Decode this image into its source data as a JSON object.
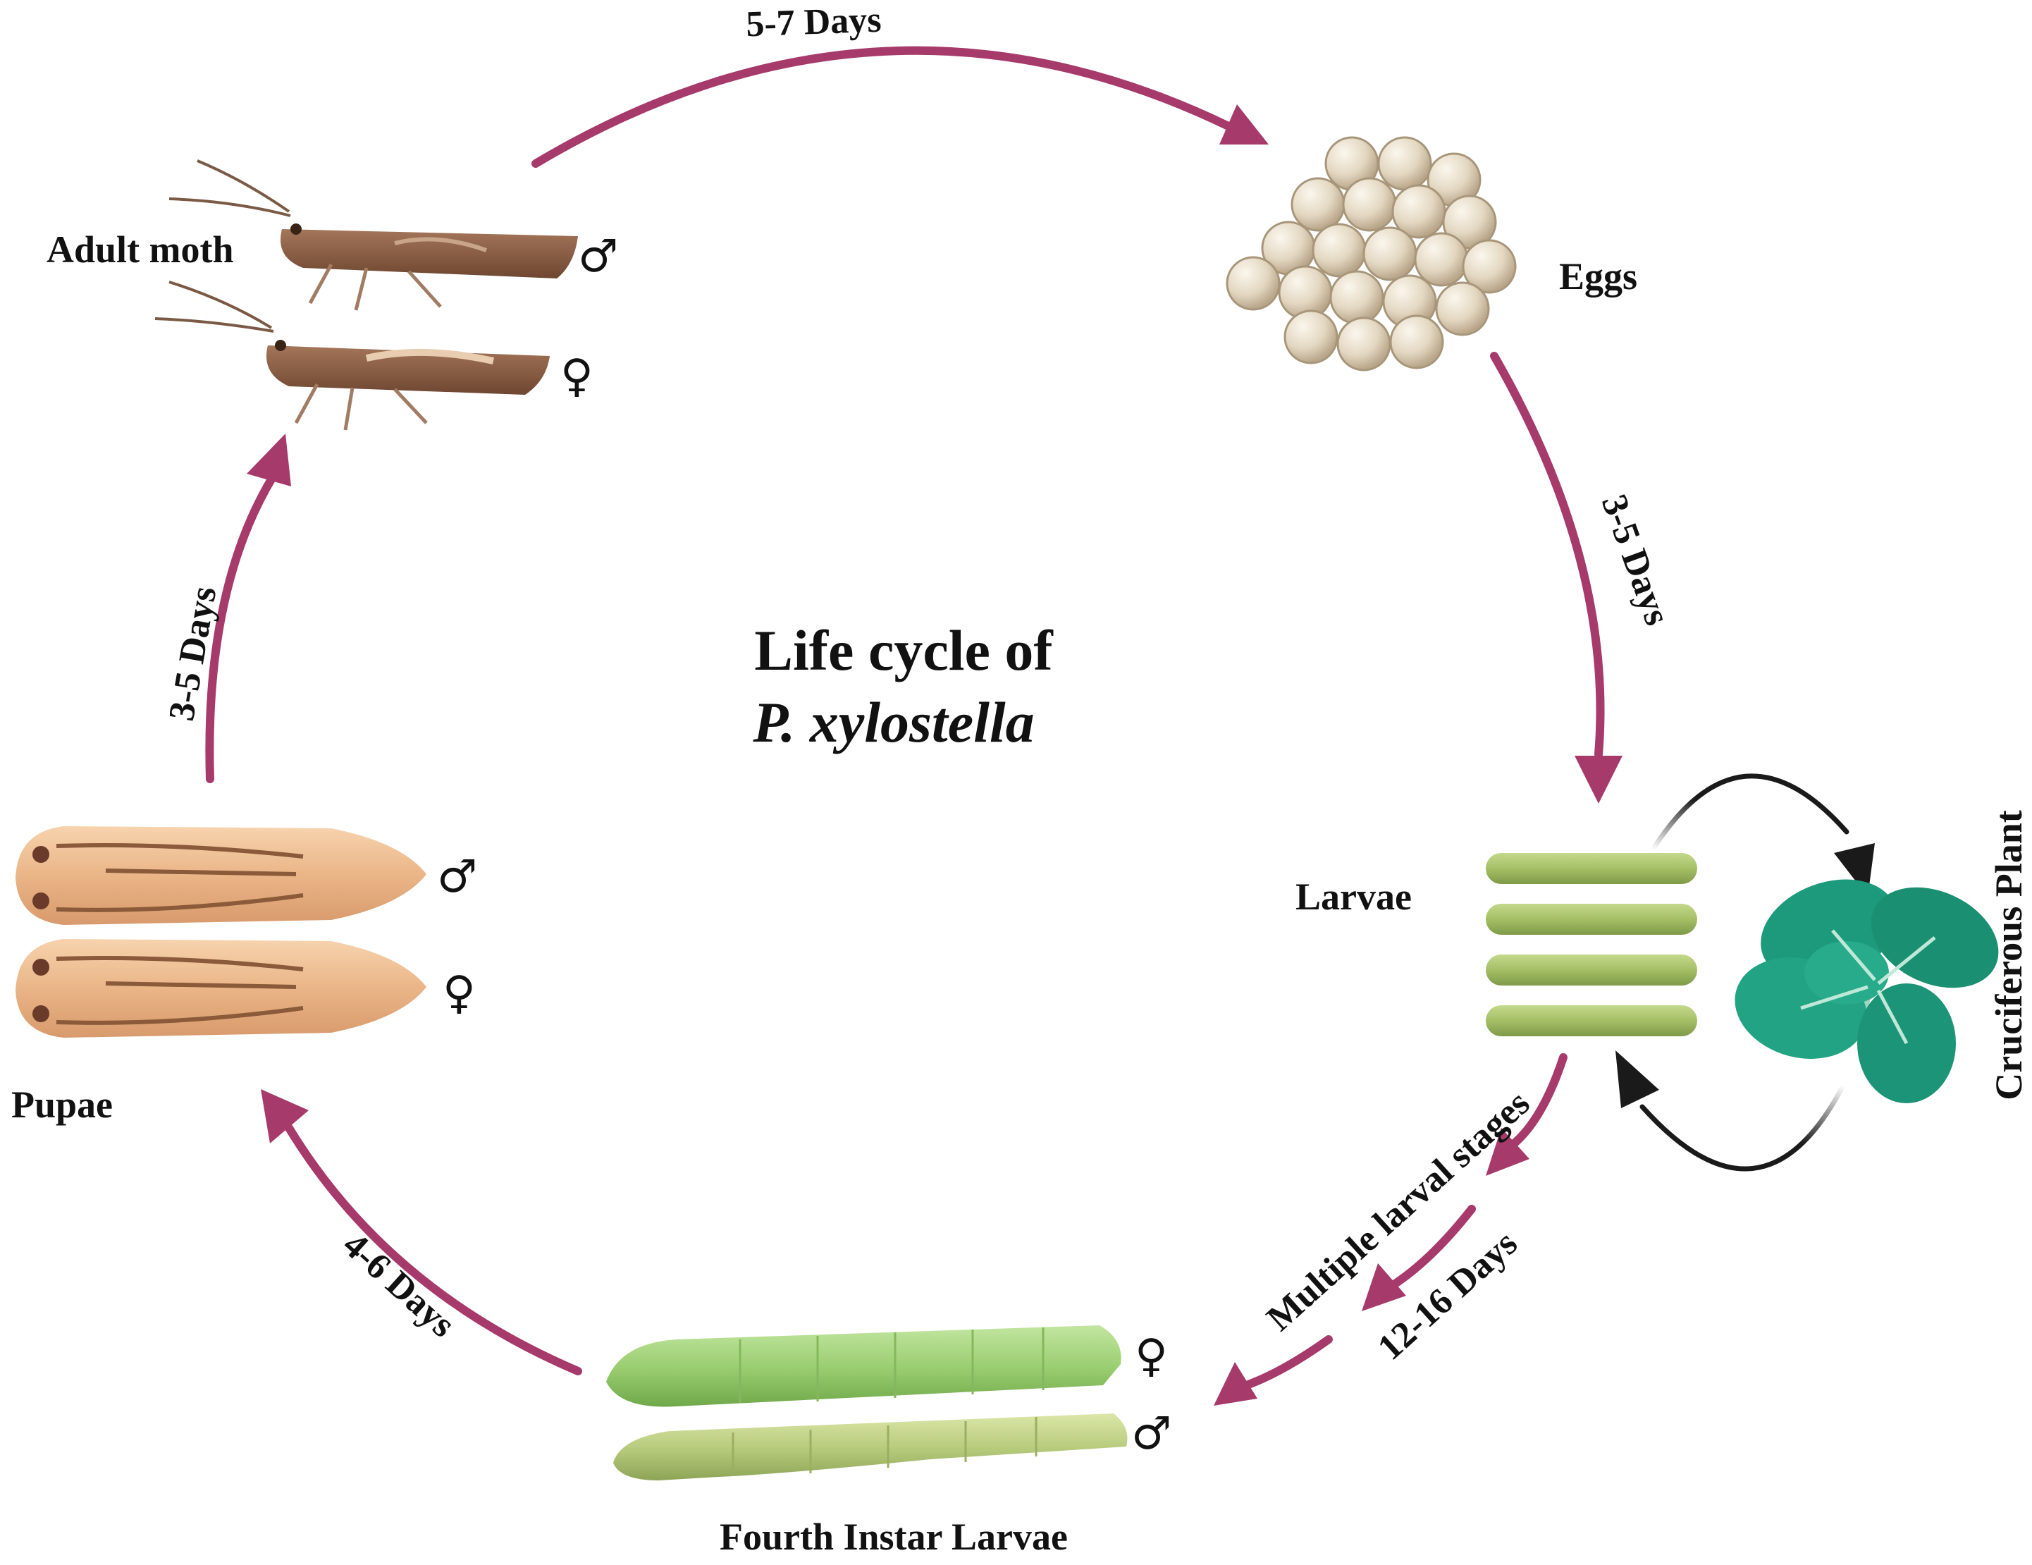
{
  "colors": {
    "cycle_arrow": "#a63a6b",
    "feeding_arrow": "#1a1a1a",
    "egg": "#e0d4bd",
    "moth": "#8a5a3c",
    "pupa": "#f0bf94",
    "larva": "#a9c46a",
    "fourth_instar": "#9fd07a",
    "plant": "#1d9a7c"
  },
  "title": {
    "line1": "Life cycle of",
    "line2": "P. xylostella"
  },
  "stages": {
    "adult": "Adult moth",
    "eggs": "Eggs",
    "larvae": "Larvae",
    "plant": "Cruciferous Plant",
    "fourth_instar": "Fourth Instar Larvae",
    "pupae": "Pupae"
  },
  "durations": {
    "adult_to_eggs": "5-7 Days",
    "eggs_to_larvae": "3-5 Days",
    "larval_stages": "Multiple larval stages",
    "larvae_to_fourth": "12-16 Days",
    "fourth_to_pupae": "4-6 Days",
    "pupae_to_adult": "3-5 Days"
  },
  "sex_symbols": {
    "male": "♂",
    "female": "♀"
  }
}
